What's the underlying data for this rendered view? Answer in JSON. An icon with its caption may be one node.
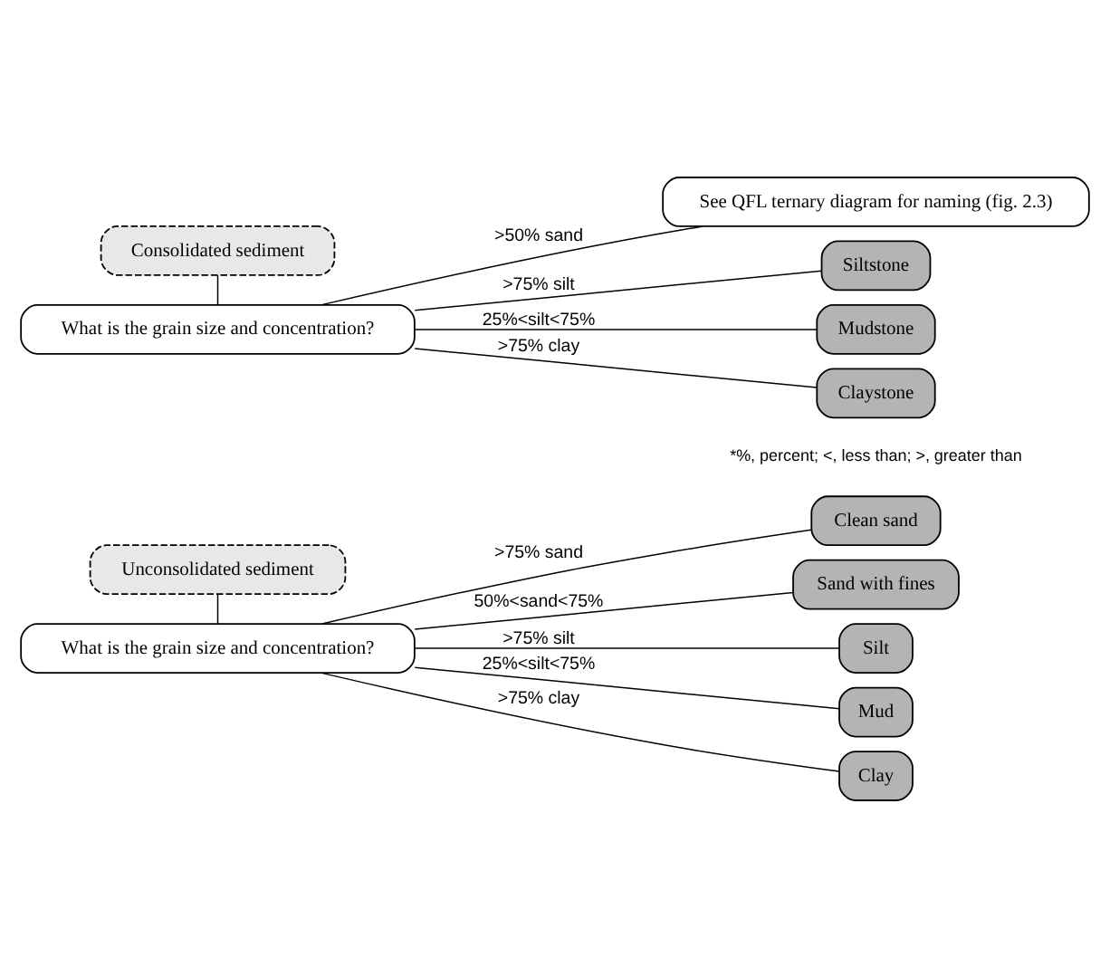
{
  "diagram": {
    "nodes": [
      {
        "text": [
          "Unconsolidated sediment"
        ]
      },
      {
        "text": [
          "What is the grain size and concentration?"
        ]
      },
      {
        "text": [
          "Clean sand"
        ]
      },
      {
        "text": [
          "Sand with fines"
        ]
      },
      {
        "text": [
          "Silt"
        ]
      },
      {
        "text": [
          "Mud"
        ]
      },
      {
        "text": [
          "Clay"
        ]
      },
      {
        "text": [
          "Consolidated sediment"
        ]
      },
      {
        "text": [
          "What is the grain size and concentration?"
        ]
      },
      {
        "text": [
          "See QFL ternary diagram for naming (fig. 2.3)"
        ]
      },
      {
        "text": [
          "Siltstone"
        ]
      },
      {
        "text": [
          "Mudstone"
        ]
      },
      {
        "text": [
          "Claystone"
        ]
      }
    ],
    "edges": [
      {
        "from": 0,
        "to": 1,
        "arrow": "none"
      },
      {
        "from": 1,
        "to": 2,
        "arrow": "none",
        "label": ">75% sand"
      },
      {
        "from": 1,
        "to": 3,
        "arrow": "none",
        "label": "50%<sand<75%"
      },
      {
        "from": 1,
        "to": 4,
        "arrow": "none",
        "label": ">75% silt"
      },
      {
        "from": 1,
        "to": 5,
        "arrow": "none",
        "label": "25%<silt<75%"
      },
      {
        "from": 1,
        "to": 6,
        "arrow": "none",
        "label": ">75% clay"
      },
      {
        "from": 7,
        "to": 8,
        "arrow": "none"
      },
      {
        "from": 8,
        "to": 9,
        "arrow": "none",
        "label": ">50% sand"
      },
      {
        "from": 8,
        "to": 10,
        "arrow": "none",
        "label": ">75% silt"
      },
      {
        "from": 8,
        "to": 11,
        "arrow": "none",
        "label": "25%<silt<75%"
      },
      {
        "from": 8,
        "to": 12,
        "arrow": "none",
        "label": ">75% clay"
      }
    ],
    "labels": [
      "*%, percent; <, less than; >, greater than"
    ]
  }
}
